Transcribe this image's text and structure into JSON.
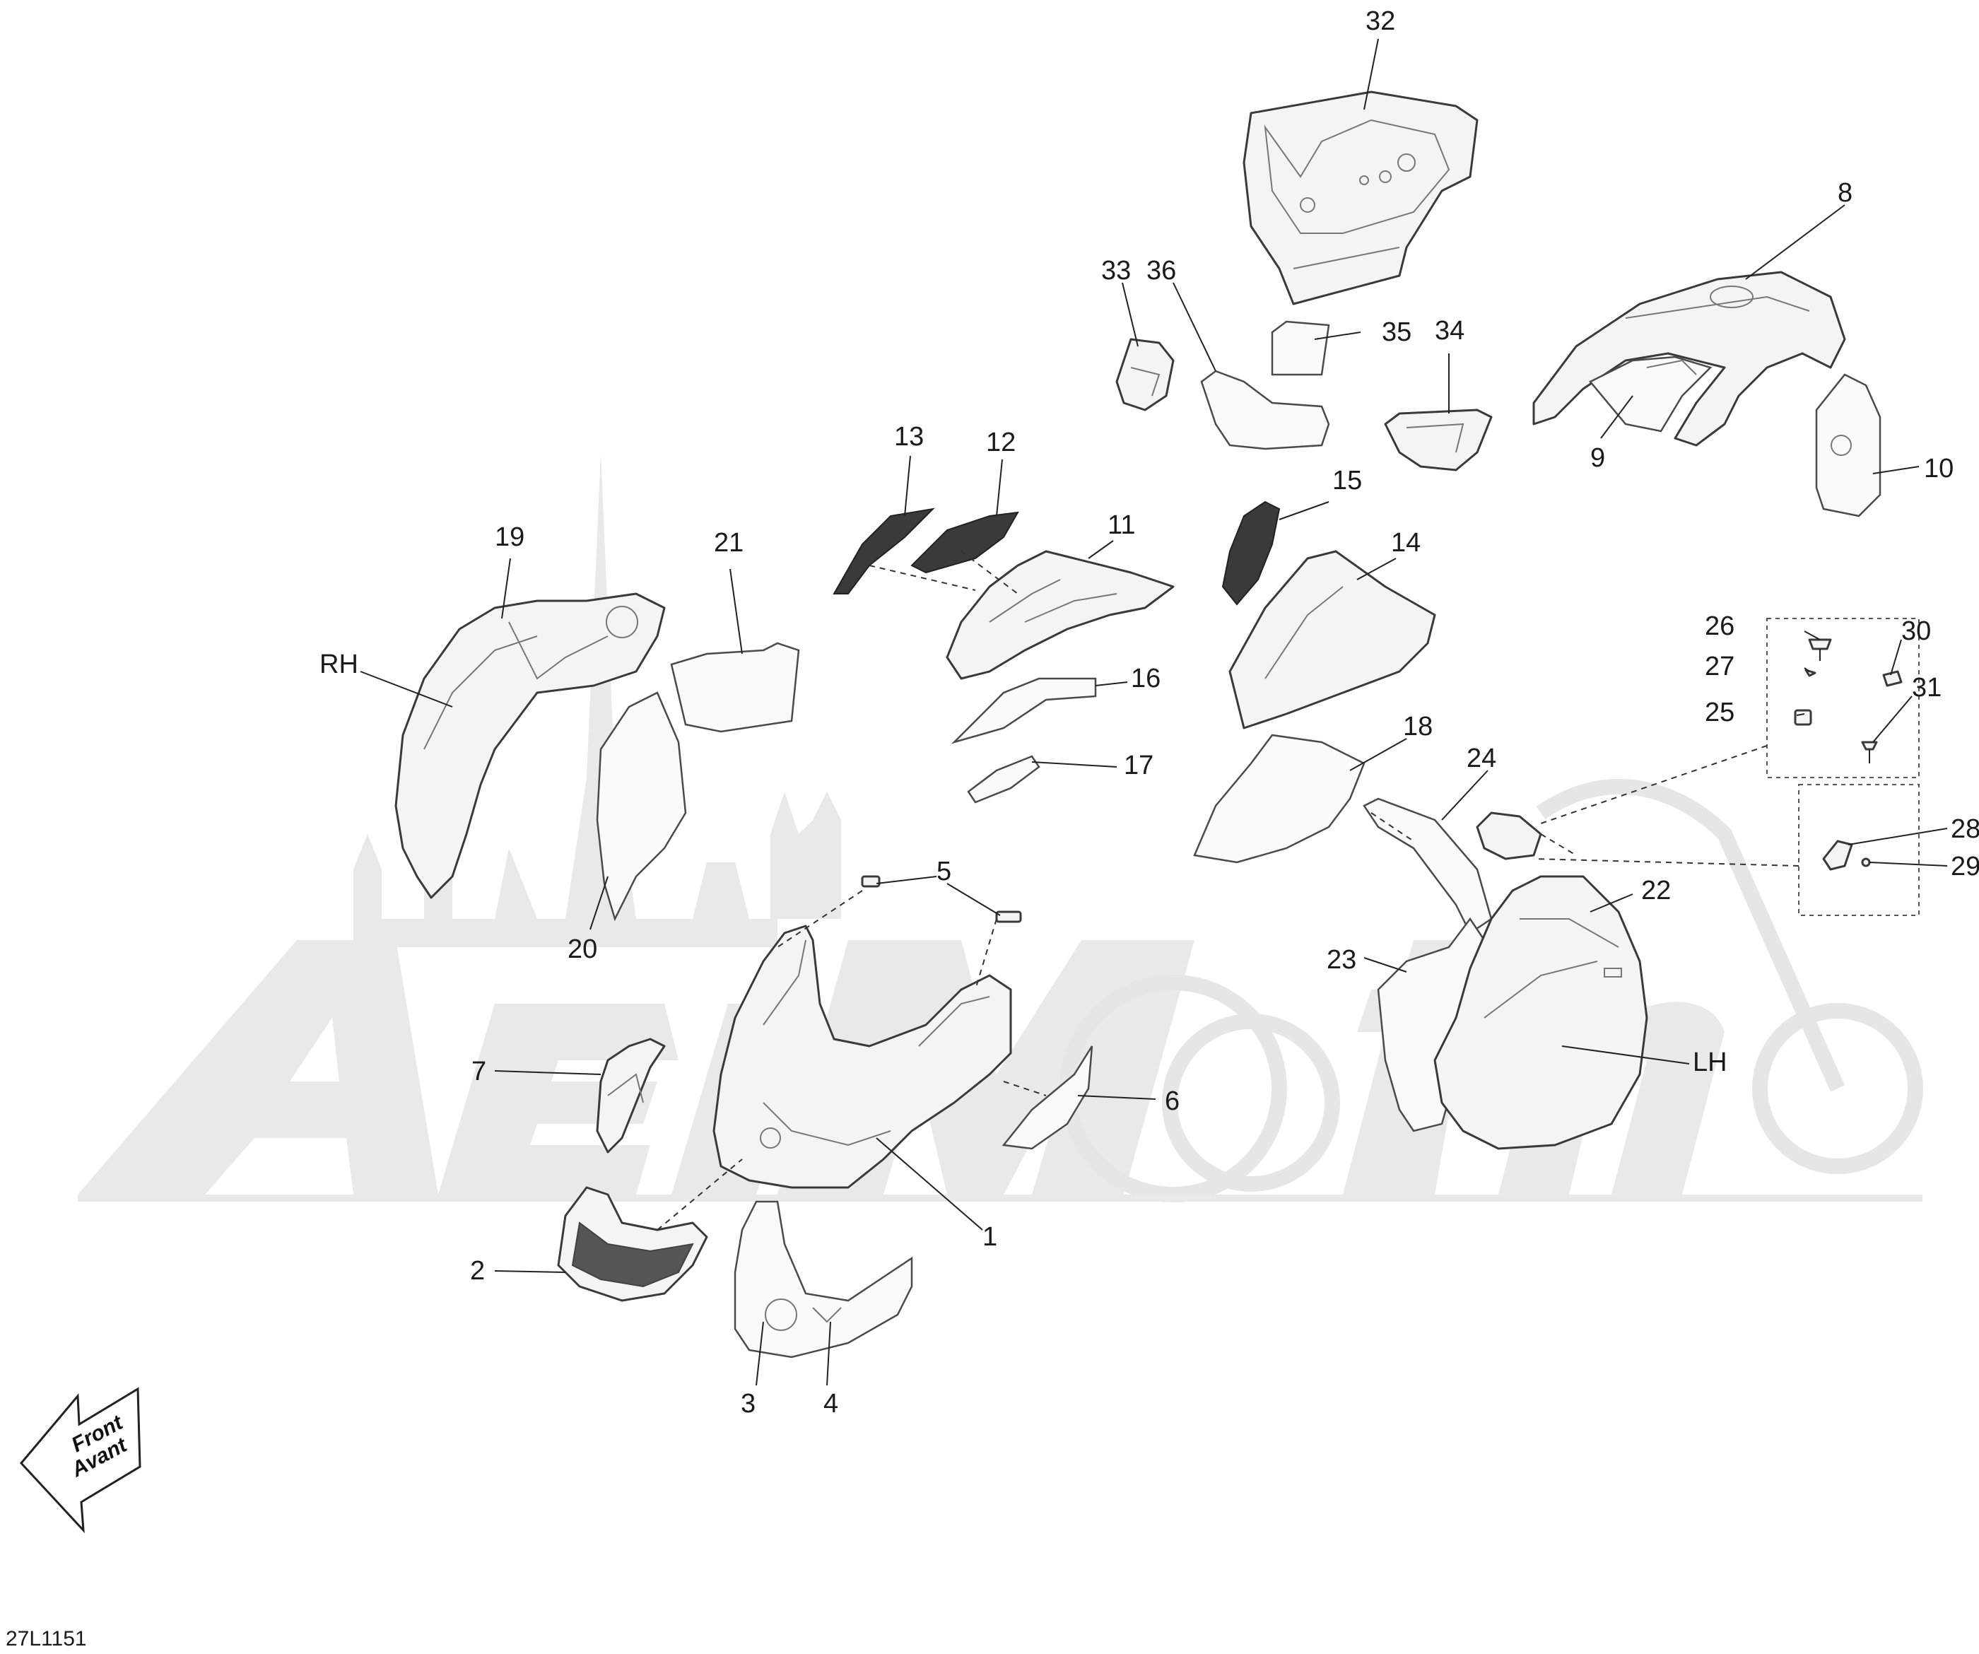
{
  "diagram": {
    "drawing_code": "27L1151",
    "watermark": "AeiMoto",
    "orientation_arrow": {
      "line1": "Front",
      "line2": "Avant"
    },
    "side_labels": {
      "right": "RH",
      "left": "LH"
    },
    "callouts": {
      "c1": "1",
      "c2": "2",
      "c3": "3",
      "c4": "4",
      "c5": "5",
      "c6": "6",
      "c7": "7",
      "c8": "8",
      "c9": "9",
      "c10": "10",
      "c11": "11",
      "c12": "12",
      "c13": "13",
      "c14": "14",
      "c15": "15",
      "c16": "16",
      "c17": "17",
      "c18": "18",
      "c19": "19",
      "c20": "20",
      "c21": "21",
      "c22": "22",
      "c23": "23",
      "c24": "24",
      "c25": "25",
      "c26": "26",
      "c27": "27",
      "c28": "28",
      "c29": "29",
      "c30": "30",
      "c31": "31",
      "c32": "32",
      "c33": "33",
      "c34": "34",
      "c35": "35",
      "c36": "36"
    }
  }
}
